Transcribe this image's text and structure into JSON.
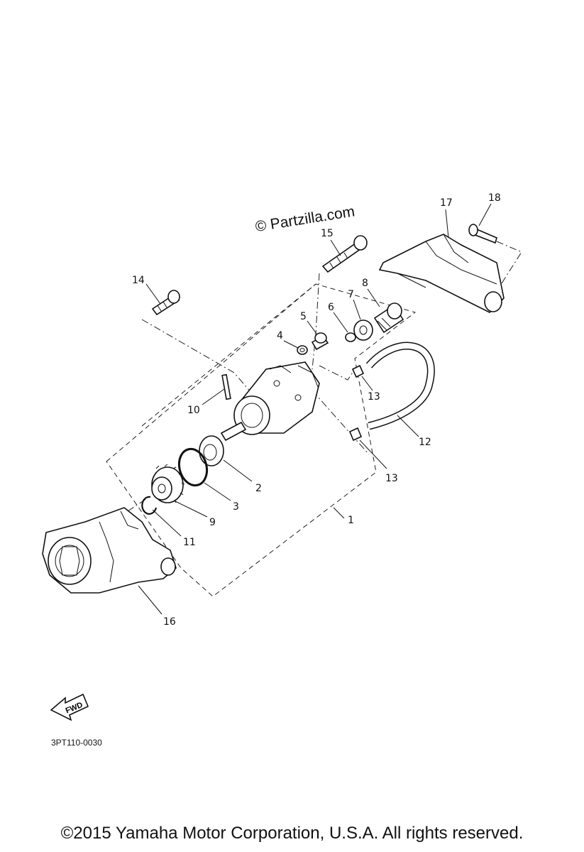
{
  "watermark": "© Partzilla.com",
  "diagram_code": "3PT110-0030",
  "direction_label": "FWD",
  "copyright": "©2015 Yamaha Motor Corporation, U.S.A. All rights reserved.",
  "callouts": {
    "c1": "1",
    "c2": "2",
    "c3": "3",
    "c4": "4",
    "c5": "5",
    "c6": "6",
    "c7": "7",
    "c8": "8",
    "c9": "9",
    "c10": "10",
    "c11": "11",
    "c12": "12",
    "c13a": "13",
    "c13b": "13",
    "c14": "14",
    "c15": "15",
    "c16": "16",
    "c17": "17",
    "c18": "18"
  }
}
